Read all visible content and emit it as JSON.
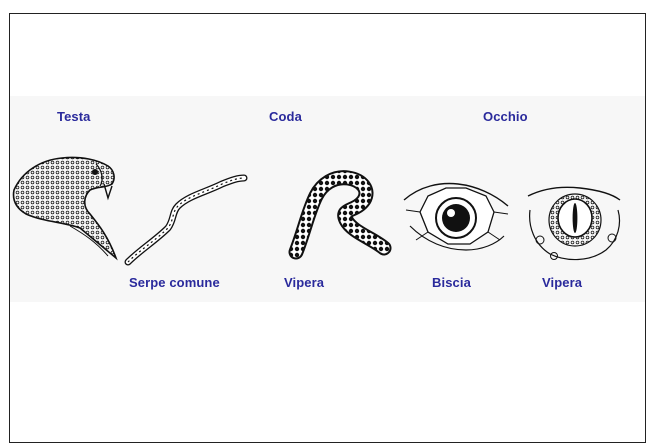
{
  "headings": {
    "head": "Testa",
    "tail": "Coda",
    "eye": "Occhio"
  },
  "captions": {
    "common_snake": "Serpe comune",
    "viper_tail": "Vipera",
    "grass_snake": "Biscia",
    "viper_eye": "Vipera"
  },
  "colors": {
    "label": "#2a2a9c",
    "ink": "#111111",
    "band": "#f7f7f7"
  }
}
